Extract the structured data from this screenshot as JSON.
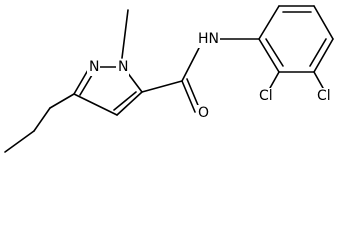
{
  "molecule": {
    "labels": {
      "ring_nitrogen": "N",
      "methyl_nitrogen": "N",
      "methyl": "",
      "amide_nh": "HN",
      "carbonyl_oxygen": "O",
      "chlorine_2": "Cl",
      "chlorine_3": "Cl"
    }
  },
  "colors": {
    "bond": "#000000",
    "text": "#000000",
    "background": "#ffffff"
  }
}
